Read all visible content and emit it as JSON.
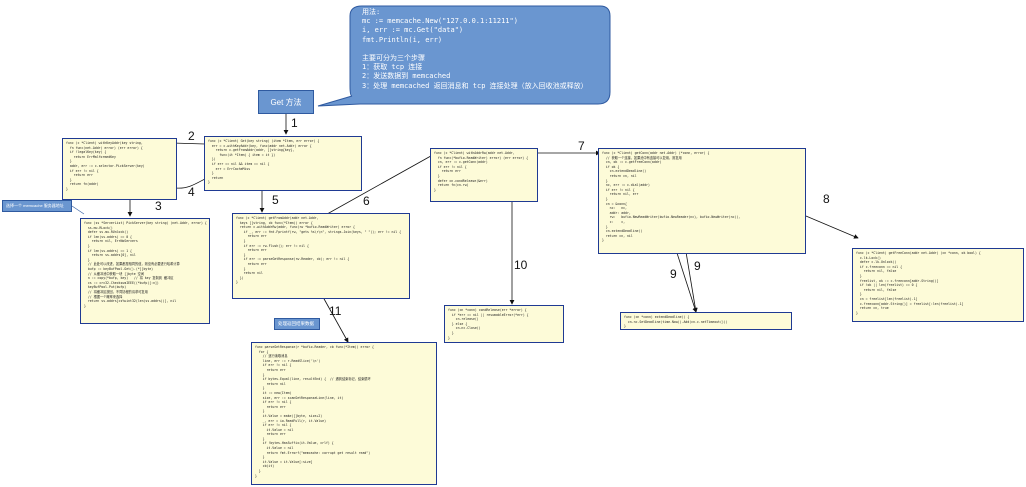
{
  "bubble": {
    "line1": "用法:",
    "line2": "mc := memcache.New(\"127.0.0.1:11211\")",
    "line3": "i, err := mc.Get(\"data\")",
    "line4": "fmt.Println(i, err)",
    "line5": "",
    "line6": "主要可分为三个步骤",
    "line7": "1：获取 tcp 连接",
    "line8": "2：发送数据到 memcached",
    "line9": "3：处理 memcached 返回消息和 tcp 连接处理（放入回收池或释放）"
  },
  "get_button": "Get 方法",
  "edge_labels": [
    "1",
    "2",
    "3",
    "4",
    "5",
    "6",
    "7",
    "8",
    "9",
    "9",
    "10",
    "11"
  ],
  "callouts": {
    "left": "选择一个 memcache 服务器地址",
    "mid": "发送数据",
    "bottom": "处理返回结果数据"
  },
  "boxes": {
    "withKeyAddr": [
      "func (c *Client) withKeyAddr(key string,",
      "  fn func(net.Addr) error) (err error) {",
      "  if !legalKey(key) {",
      "    return ErrMalformedKey",
      "  }",
      "  addr, err := c.selector.PickServer(key)",
      "  if err != nil {",
      "    return err",
      "  }",
      "  return fn(addr)",
      "}"
    ],
    "get": [
      "func (c *Client) Get(key string) (item *Item, err error) {",
      "  err = c.withKeyAddr(key, func(addr net.Addr) error {",
      "    return c.getFromAddr(addr, []string{key},",
      "      func(it *Item) { item = it })",
      "  })",
      "  if err == nil && item == nil {",
      "    err = ErrCacheMiss",
      "  }",
      "  return",
      "}"
    ],
    "pickServer": [
      "func (ss *ServerList) PickServer(key string) (net.Addr, error) {",
      "  ss.mu.RLock()",
      "  defer ss.mu.RUnlock()",
      "  if len(ss.addrs) == 0 {",
      "    return nil, ErrNoServers",
      "  }",
      "  if len(ss.addrs) == 1 {",
      "    return ss.addrs[0], nil",
      "  }",
      "  // 此处可以改进，如果都是相同的值，则没有必要进行哈希计算",
      "  bufp := keyBufPool.Get().(*[]byte)",
      "  // 从缓冲池中获取一块 []byte 空间",
      "  n := copy(*bufp, key)   // 将 key 复制到 缓冲区",
      "  cs := crc32.ChecksumIEEE((*bufp)[:n])",
      "  keyBufPool.Put(bufp)",
      "  // 将缓冲区放回，不同协程的请求可复用",
      "  // 根据一个概率来选择",
      "  return ss.addrs[cs%uint32(len(ss.addrs))], nil",
      "}"
    ],
    "getFromAddr": [
      "func (c *Client) getFromAddr(addr net.Addr,",
      "  keys []string, cb func(*Item)) error {",
      "  return c.withAddrRw(addr, func(rw *bufio.ReadWriter) error {",
      "    if _, err := fmt.Fprintf(rw, \"gets %s\\r\\n\", strings.Join(keys, \" \")); err != nil {",
      "      return err",
      "    }",
      "    if err := rw.Flush(); err != nil {",
      "      return err",
      "    }",
      "    if err := parseGetResponse(rw.Reader, cb); err != nil {",
      "      return err",
      "    }",
      "    return nil",
      "  })",
      "}"
    ],
    "withAddrRw": [
      "func (c *Client) withAddrRw(addr net.Addr,",
      "  fn func(*bufio.ReadWriter) error) (err error) {",
      "  cn, err := c.getConn(addr)",
      "  if err != nil {",
      "    return err",
      "  }",
      "  defer cn.condRelease(&err)",
      "  return fn(cn.rw)",
      "}"
    ],
    "getConn": [
      "func (c *Client) getConn(addr net.Addr) (*conn, error) {",
      "  // 获取一个连接，如果池中有连接可以复用，则复用",
      "  cn, ok := c.getFreeConn(addr)",
      "  if ok {",
      "    cn.extendDeadline()",
      "    return cn, nil",
      "  }",
      "  nc, err := c.dial(addr)",
      "  if err != nil {",
      "    return nil, err",
      "  }",
      "  cn = &conn{",
      "    nc:   nc,",
      "    addr: addr,",
      "    rw:   bufio.NewReadWriter(bufio.NewReader(nc), bufio.NewWriter(nc)),",
      "    c:    c,",
      "  }",
      "  cn.extendDeadline()",
      "  return cn, nil",
      "}"
    ],
    "getFreeConn": [
      "func (c *Client) getFreeConn(addr net.Addr) (cn *conn, ok bool) {",
      "  c.lk.Lock()",
      "  defer c.lk.Unlock()",
      "  if c.freeconn == nil {",
      "    return nil, false",
      "  }",
      "  freelist, ok := c.freeconn[addr.String()]",
      "  if !ok || len(freelist) == 0 {",
      "    return nil, false",
      "  }",
      "  cn = freelist[len(freelist)-1]",
      "  c.freeconn[addr.String()] = freelist[:len(freelist)-1]",
      "  return cn, true",
      "}"
    ],
    "extendDeadline": [
      "func (cn *conn) extendDeadline() {",
      "  cn.nc.SetDeadline(time.Now().Add(cn.c.netTimeout()))",
      "}"
    ],
    "condRelease": [
      "func (cn *conn) condRelease(err *error) {",
      "  if *err == nil || resumableError(*err) {",
      "    cn.release()",
      "  } else {",
      "    cn.nc.Close()",
      "  }",
      "}"
    ],
    "parseGetResponse": [
      "func parseGetResponse(r *bufio.Reader, cb func(*Item)) error {",
      "  for {",
      "    // 逐行读取消息",
      "    line, err := r.ReadSlice('\\n')",
      "    if err != nil {",
      "      return err",
      "    }",
      "    if bytes.Equal(line, resultEnd) {  // 遇到结束标记，结束循环",
      "      return nil",
      "    }",
      "    it := new(Item)",
      "    size, err := scanGetResponseLine(line, it)",
      "    if err != nil {",
      "      return err",
      "    }",
      "    it.Value = make([]byte, size+2)",
      "    _, err = io.ReadFull(r, it.Value)",
      "    if err != nil {",
      "      it.Value = nil",
      "      return err",
      "    }",
      "    if !bytes.HasSuffix(it.Value, crlf) {",
      "      it.Value = nil",
      "      return fmt.Errorf(\"memcache: corrupt get result read\")",
      "    }",
      "    it.Value = it.Value[:size]",
      "    cb(it)",
      "  }",
      "}"
    ]
  }
}
